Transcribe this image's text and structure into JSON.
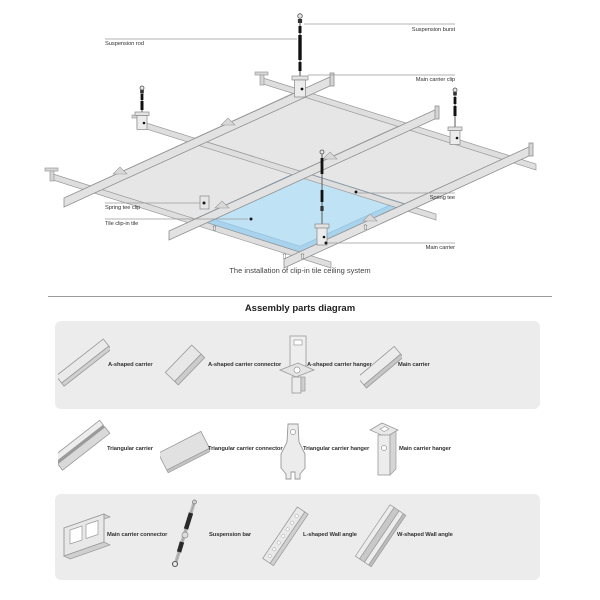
{
  "installation": {
    "caption": "The installation of clip-in tile ceiling system",
    "labels": {
      "suspension_rod": "Suspension rod",
      "suspension_burst": "Suspension burst",
      "main_carrier_clip": "Main carrier clip",
      "spring_tee_clip": "Spring tee clip",
      "tile_clip_in_tile": "Tile clip-in tile",
      "spring_tee": "Spring tee",
      "main_carrier": "Main carrier"
    },
    "arrow_glyph": "⇧",
    "highlight_tile_color": "#aed8ef",
    "tile_color": "#e6e6e6",
    "beam_color": "#e2e2e2"
  },
  "assembly": {
    "title": "Assembly parts diagram",
    "panel_color": "#ececec",
    "rows": [
      {
        "items": [
          {
            "label": "A-shaped carrier",
            "icon": "a-shaped-carrier-icon"
          },
          {
            "label": "A-shaped carrier connector",
            "icon": "a-shaped-carrier-connector-icon"
          },
          {
            "label": "A-shaped carrier hanger",
            "icon": "a-shaped-carrier-hanger-icon"
          },
          {
            "label": "Main carrier",
            "icon": "main-carrier-icon"
          }
        ]
      },
      {
        "items": [
          {
            "label": "Triangular carrier",
            "icon": "triangular-carrier-icon"
          },
          {
            "label": "Triangular carrier connector",
            "icon": "triangular-carrier-connector-icon"
          },
          {
            "label": "Triangular carrier hanger",
            "icon": "triangular-carrier-hanger-icon"
          },
          {
            "label": "Main carrier hanger",
            "icon": "main-carrier-hanger-icon"
          }
        ]
      },
      {
        "items": [
          {
            "label": "Main carrier connector",
            "icon": "main-carrier-connector-icon"
          },
          {
            "label": "Suspension bar",
            "icon": "suspension-bar-icon"
          },
          {
            "label": "L-shaped Wall angle",
            "icon": "l-shaped-wall-angle-icon"
          },
          {
            "label": "W-shaped Wall angle",
            "icon": "w-shaped-wall-angle-icon"
          }
        ]
      }
    ]
  }
}
